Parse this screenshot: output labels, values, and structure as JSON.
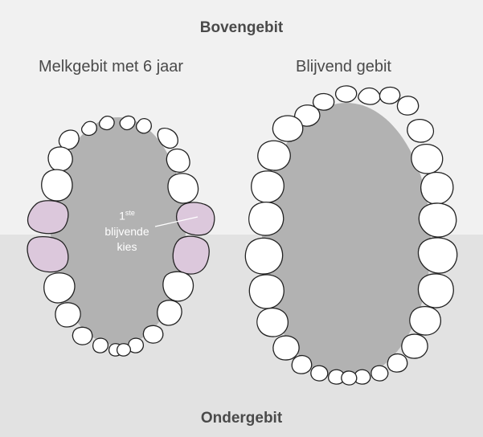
{
  "labels": {
    "upper_jaw": "Bovengebit",
    "lower_jaw": "Ondergebit",
    "milk_teeth": "Melkgebit met 6 jaar",
    "permanent_teeth": "Blijvend gebit",
    "annotation_number": "1",
    "annotation_suffix": "ste",
    "annotation_line2": "blijvende",
    "annotation_line3": "kies"
  },
  "colors": {
    "upper_band": "#f1f1f1",
    "lower_band": "#e2e2e2",
    "gum": "#b2b2b2",
    "tooth": "#ffffff",
    "molar_highlight": "#dcc8dc",
    "outline": "#222222"
  },
  "icons": [
    "tooth-icon",
    "molar-icon"
  ]
}
